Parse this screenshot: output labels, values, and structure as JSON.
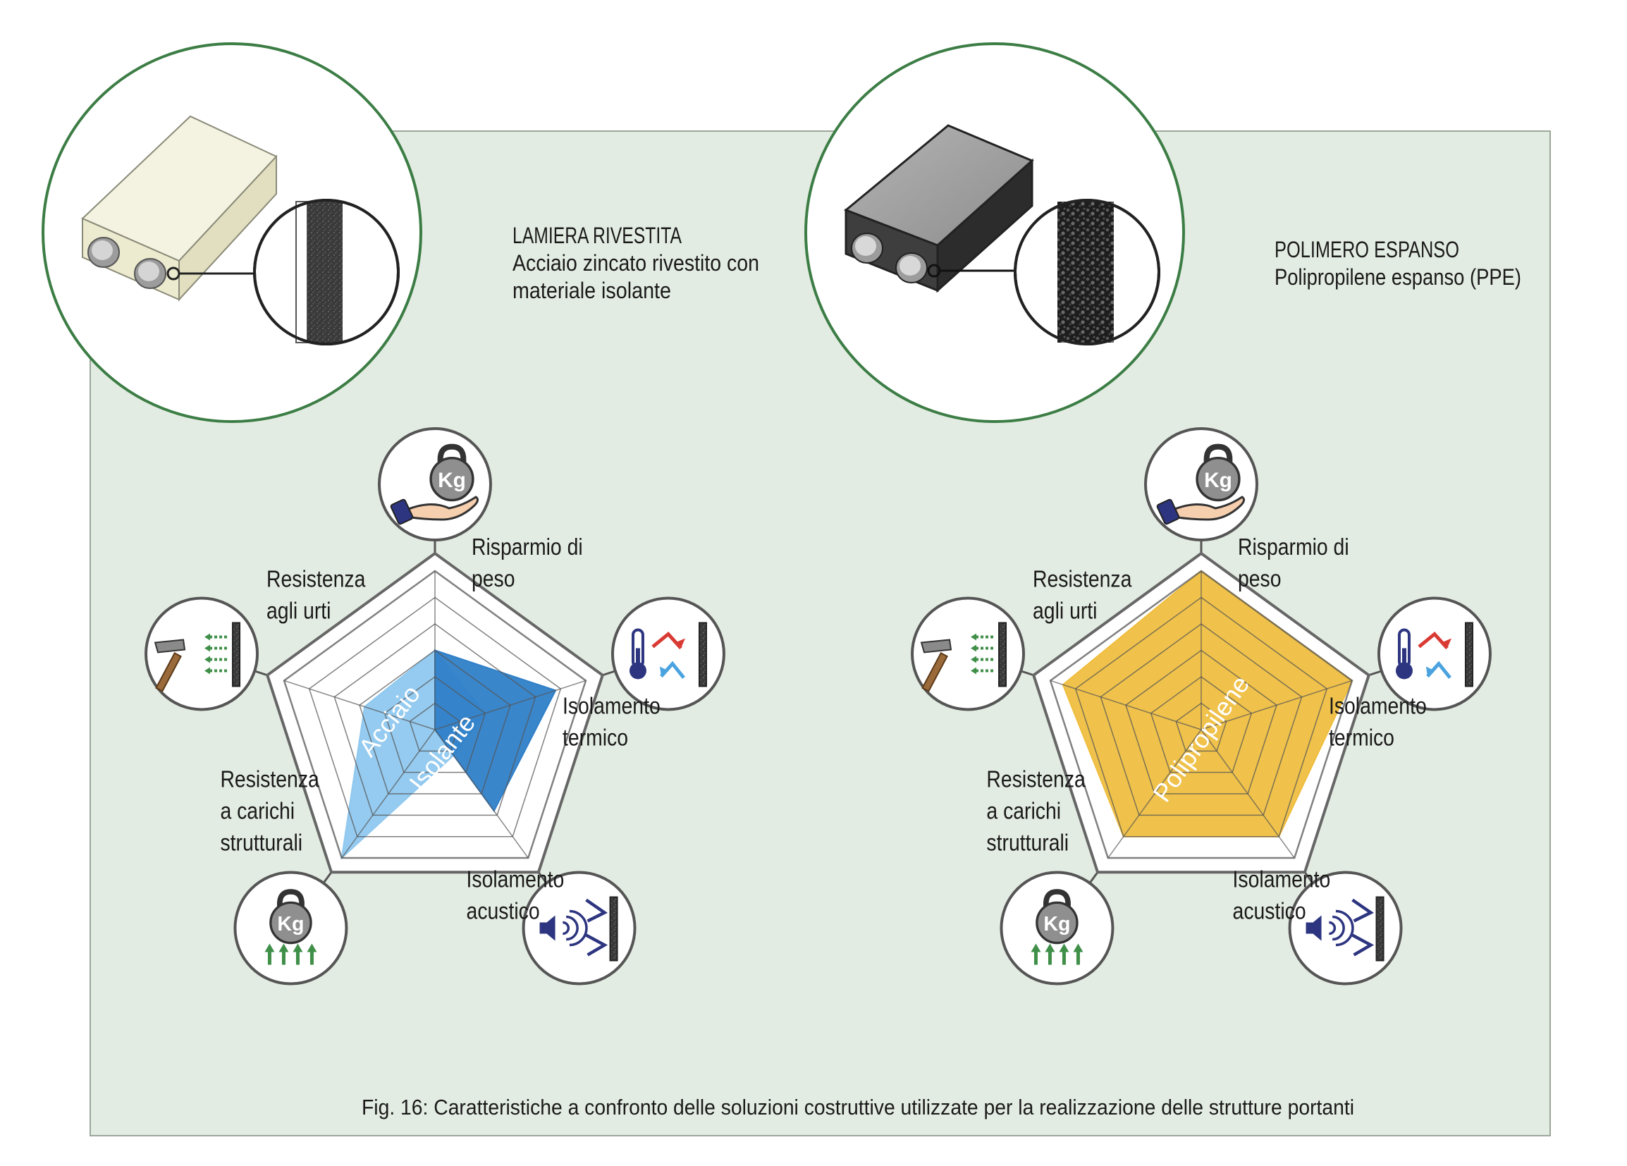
{
  "products": [
    {
      "name": "LAMIERA RIVESTITA",
      "description_lines": [
        "Acciaio zincato rivestito con",
        "materiale isolante"
      ]
    },
    {
      "name": "POLIMERO ESPANSO",
      "description_lines": [
        "Polipropilene espanso (PPE)"
      ]
    }
  ],
  "icons": {
    "weight": "kettlebell-hand-icon",
    "thermal": "thermometer-wall-icon",
    "acoustic": "speaker-wall-icon",
    "load": "kettlebell-up-arrows-icon",
    "impact": "hammer-wall-icon",
    "weight_text": "Kg",
    "load_text": "Kg"
  },
  "axis_labels": {
    "weight": [
      "Risparmio di",
      "peso"
    ],
    "thermal": [
      "Isolamento",
      "termico"
    ],
    "acoustic": [
      "Isolamento",
      "acustico"
    ],
    "load": [
      "Resistenza",
      "a carichi",
      "strutturali"
    ],
    "impact": [
      "Resistenza",
      "agli urti"
    ]
  },
  "chart_data": [
    {
      "type": "radar",
      "axes": [
        "Risparmio di peso",
        "Isolamento termico",
        "Isolamento acustico",
        "Resistenza a carichi strutturali",
        "Resistenza agli urti"
      ],
      "levels": 6,
      "scale": [
        0,
        6
      ],
      "series": [
        {
          "name": "Acciaio",
          "values": [
            3,
            2,
            1.2,
            6,
            2.8
          ],
          "color": "#8fc8ef"
        },
        {
          "name": "Isolante",
          "values": [
            3,
            4.8,
            3.8,
            0,
            0
          ],
          "color": "#2f7fc8"
        }
      ]
    },
    {
      "type": "radar",
      "axes": [
        "Risparmio di peso",
        "Isolamento termico",
        "Isolamento acustico",
        "Resistenza a carichi strutturali",
        "Resistenza agli urti"
      ],
      "levels": 6,
      "scale": [
        0,
        6
      ],
      "series": [
        {
          "name": "Polipropilene",
          "values": [
            6,
            6,
            5,
            5,
            5.5
          ],
          "color": "#efbd3c"
        }
      ]
    }
  ],
  "caption": "Fig. 16: Caratteristiche a confronto delle soluzioni costruttive utilizzate per la realizzazione delle strutture portanti",
  "colors": {
    "panel_bg": "#e3ece2",
    "circle_stroke": "#3c7d45",
    "steel_blue_light": "#8fc8ef",
    "steel_blue_dark": "#2f7fc8",
    "polypropylene_yellow": "#efbd3c",
    "navy": "#2d3580",
    "red": "#d93a34",
    "green": "#3f8f48"
  }
}
